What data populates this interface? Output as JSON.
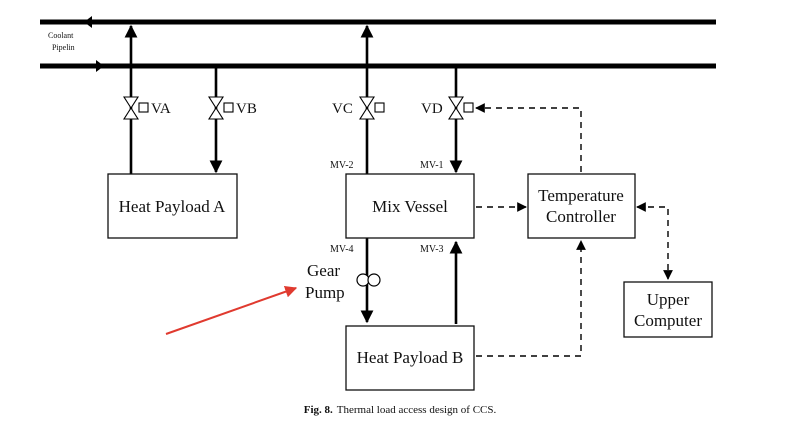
{
  "diagram": {
    "pipeline_label_line1": "Coolant",
    "pipeline_label_line2": "Pipelin",
    "valves": {
      "va": "VA",
      "vb": "VB",
      "vc": "VC",
      "vd": "VD"
    },
    "ports": {
      "mv1": "MV-1",
      "mv2": "MV-2",
      "mv3": "MV-3",
      "mv4": "MV-4"
    },
    "blocks": {
      "heat_payload_a": "Heat Payload A",
      "mix_vessel": "Mix Vessel",
      "temp_controller_line1": "Temperature",
      "temp_controller_line2": "Controller",
      "upper_computer_line1": "Upper",
      "upper_computer_line2": "Computer",
      "heat_payload_b": "Heat Payload B"
    },
    "gear_pump_line1": "Gear",
    "gear_pump_line2": "Pump",
    "annotation_color": "#e03a2f"
  },
  "caption": {
    "label": "Fig. 8.",
    "text": "Thermal load access design of CCS."
  }
}
